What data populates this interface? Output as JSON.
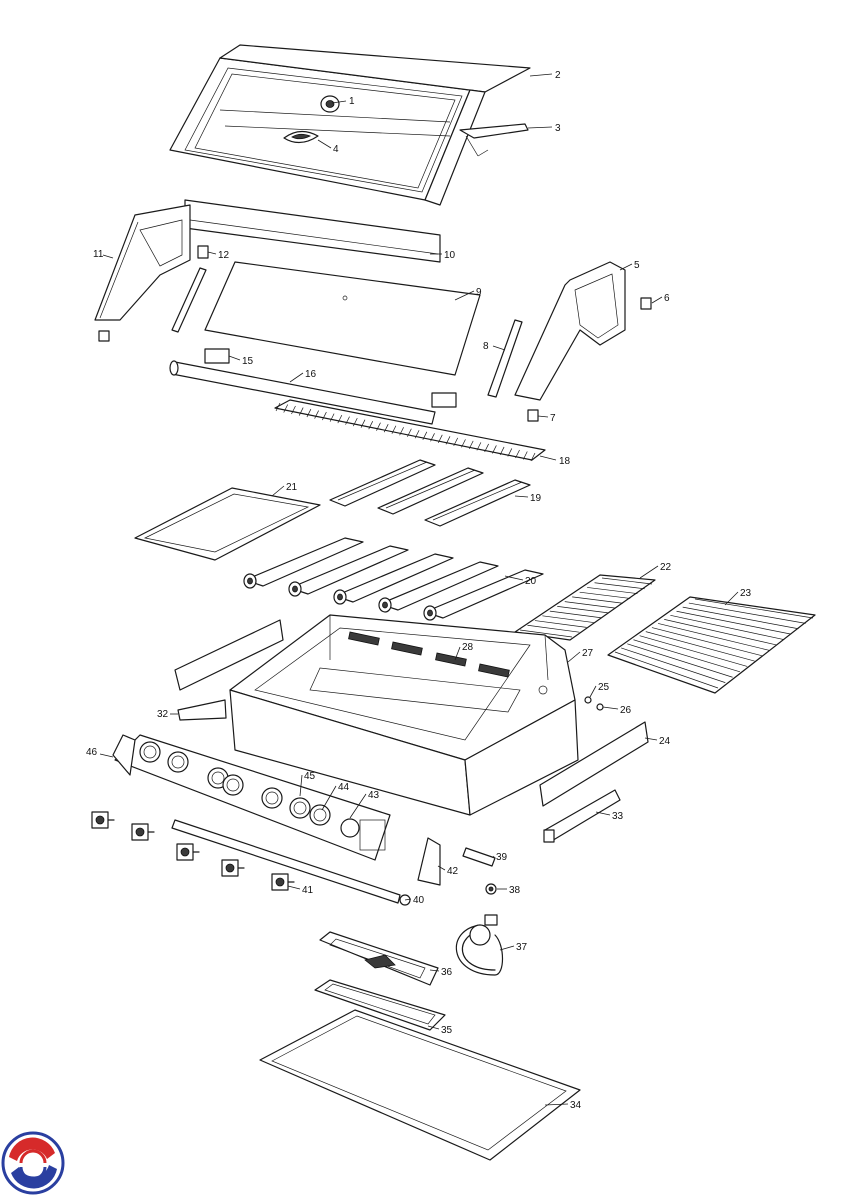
{
  "diagram": {
    "callouts": [
      "1",
      "2",
      "3",
      "4",
      "5",
      "6",
      "7",
      "8",
      "9",
      "10",
      "11",
      "12",
      "15",
      "16",
      "18",
      "19",
      "20",
      "21",
      "22",
      "23",
      "24",
      "25",
      "26",
      "27",
      "28",
      "32",
      "33",
      "34",
      "35",
      "36",
      "37",
      "38",
      "39",
      "40",
      "41",
      "42",
      "43",
      "44",
      "45",
      "46"
    ]
  },
  "logo": {
    "name": "brand-logo",
    "colors": [
      "#d62a2a",
      "#2a3fa0",
      "#ffffff"
    ]
  }
}
